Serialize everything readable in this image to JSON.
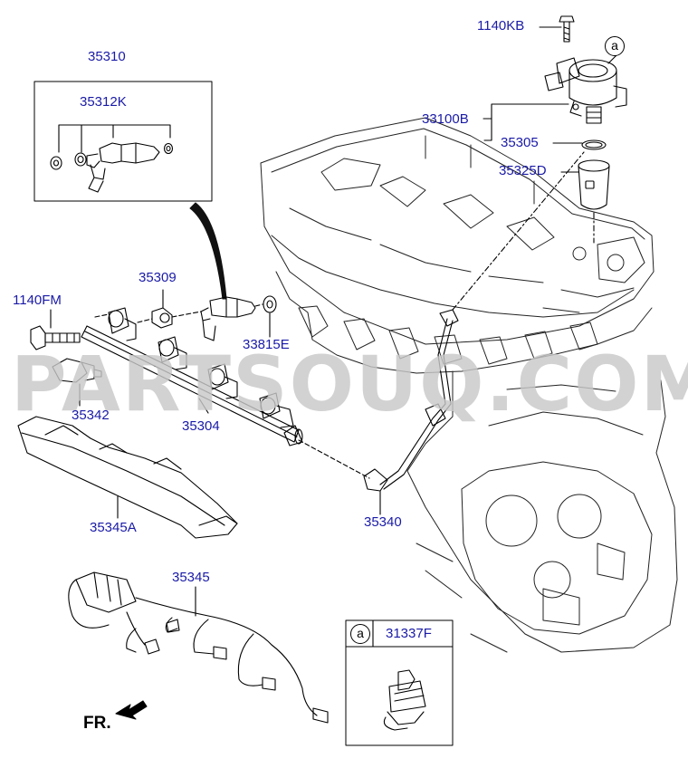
{
  "labels": {
    "p_1140KB": "1140KB",
    "p_35310": "35310",
    "p_35312K": "35312K",
    "p_33100B": "33100B",
    "p_35305": "35305",
    "p_35325D": "35325D",
    "p_1140FM": "1140FM",
    "p_35309": "35309",
    "p_33815E": "33815E",
    "p_35342": "35342",
    "p_35304": "35304",
    "p_35340": "35340",
    "p_35345A": "35345A",
    "p_35345": "35345",
    "p_31337F": "31337F"
  },
  "callouts": {
    "top": "a",
    "detail": "a"
  },
  "direction_label": "FR.",
  "watermark": "PARTSOUQ.COM"
}
